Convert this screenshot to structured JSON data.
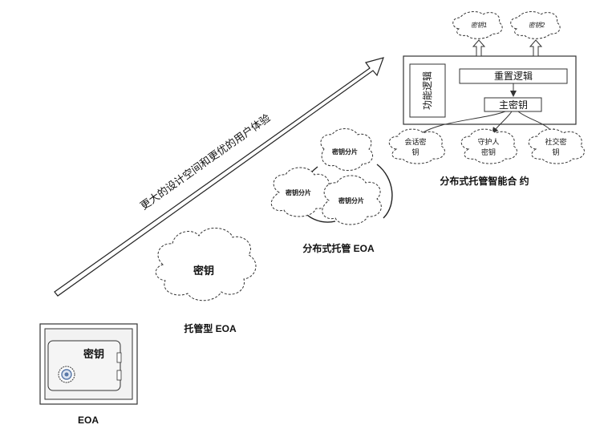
{
  "arrow_label": "更大的设计空间和更优的用户体验",
  "stages": {
    "eoa": {
      "key_label": "密钥",
      "caption": "EOA"
    },
    "custodial": {
      "key_label": "密钥",
      "caption": "托管型 EOA"
    },
    "distributed": {
      "share_labels": [
        "密钥分片",
        "密钥分片",
        "密钥分片"
      ],
      "caption": "分布式托管 EOA"
    },
    "contract": {
      "function_logic": "功能逻辑",
      "reset_logic": "重置逻辑",
      "master_key": "主密钥",
      "top_keys": [
        "密钥1",
        "密钥2"
      ],
      "bottom_keys": [
        {
          "line1": "会话密",
          "line2": "钥"
        },
        {
          "line1": "守护人",
          "line2": "密钥"
        },
        {
          "line1": "社交密",
          "line2": "钥"
        }
      ],
      "caption": "分布式托管智能合 约"
    }
  }
}
